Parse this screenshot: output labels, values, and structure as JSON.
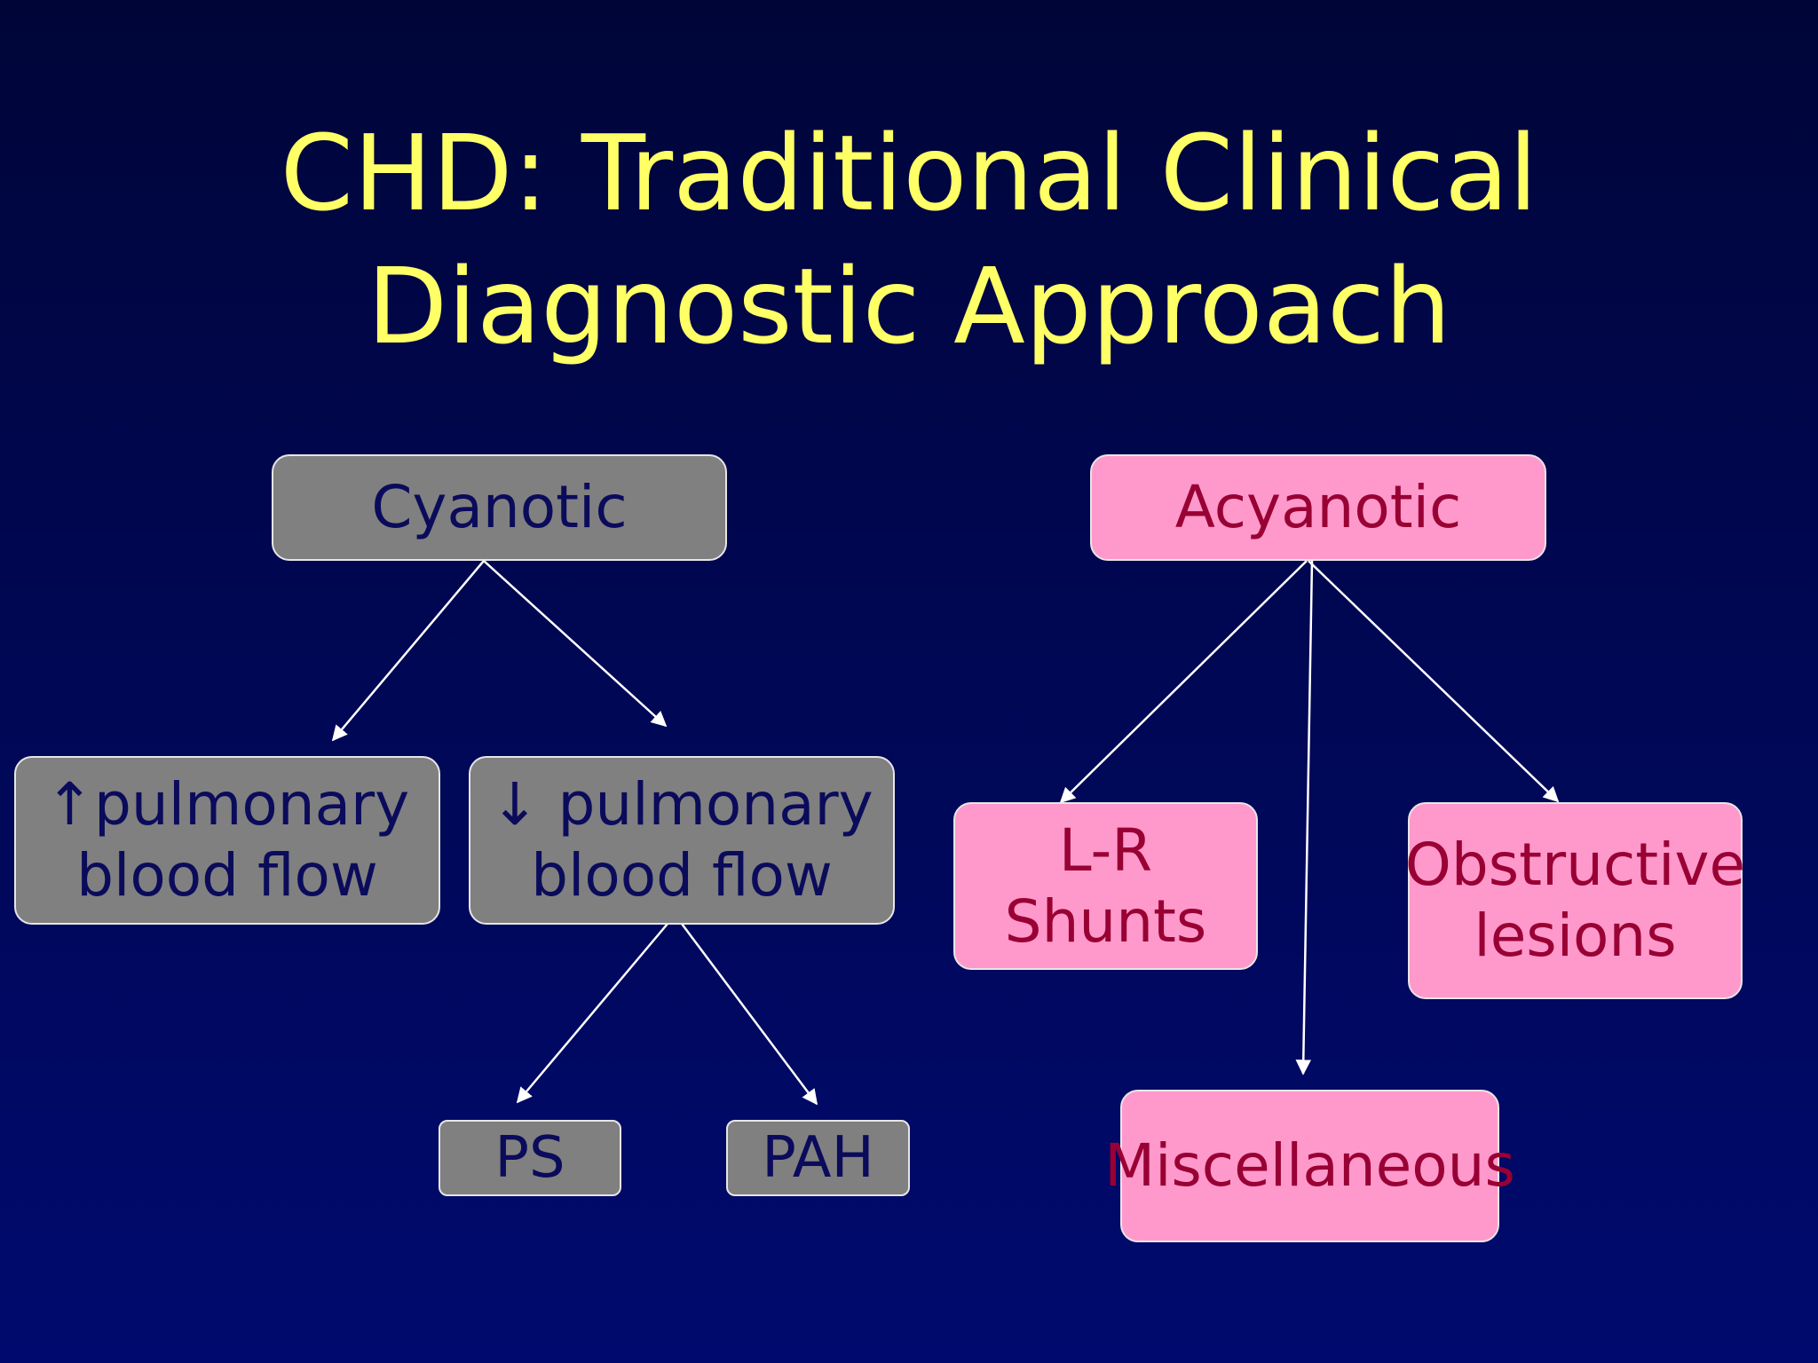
{
  "slide": {
    "title_line1": "CHD: Traditional Clinical",
    "title_line2": "Diagnostic Approach"
  },
  "cyanotic": {
    "label": "Cyanotic",
    "increased_flow": "↑pulmonary\nblood flow",
    "decreased_flow": "↓ pulmonary\nblood flow",
    "ps": "PS",
    "pah": "PAH"
  },
  "acyanotic": {
    "label": "Acyanotic",
    "lr_shunts": "L-R Shunts",
    "obstructive": "Obstructive\nlesions",
    "misc": "Miscellaneous"
  },
  "colors": {
    "background": "#000a6e",
    "title": "#ffff66",
    "gray_box": "#808080",
    "gray_text": "#0b0b5c",
    "pink_box": "#ff99cc",
    "pink_text": "#990033",
    "connector": "#ffffff"
  }
}
